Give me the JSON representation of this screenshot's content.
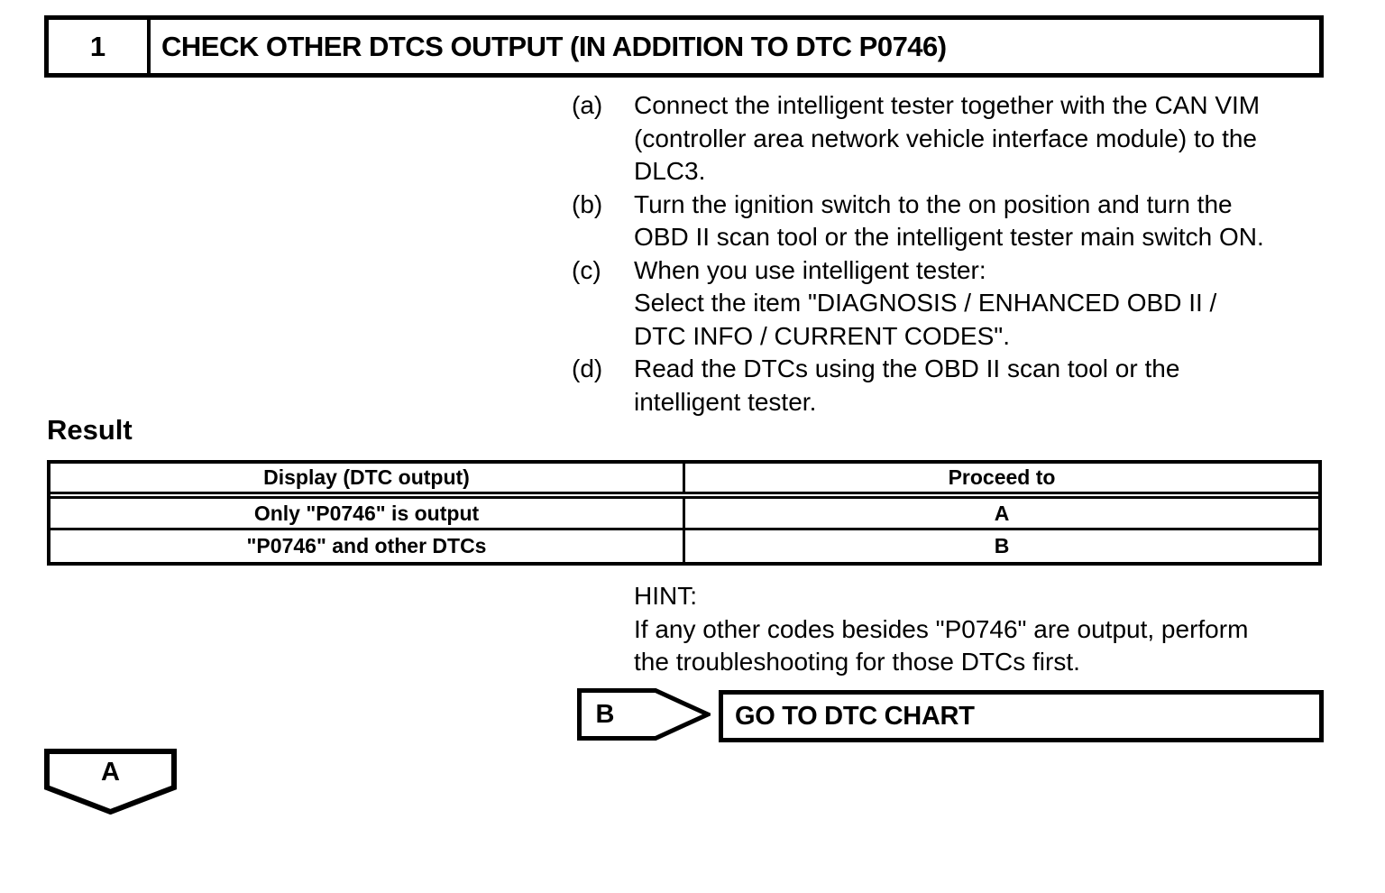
{
  "procedure": {
    "step_number": "1",
    "title": "CHECK OTHER DTCS OUTPUT (IN ADDITION TO DTC P0746)",
    "substeps": [
      {
        "label": "(a)",
        "lines": [
          "Connect the intelligent tester together with the CAN VIM",
          "(controller area network vehicle interface module) to the",
          "DLC3."
        ]
      },
      {
        "label": "(b)",
        "lines": [
          "Turn the ignition switch to the on position and turn the",
          "OBD II scan tool or the intelligent tester main switch ON."
        ]
      },
      {
        "label": "(c)",
        "lines": [
          "When you use intelligent tester:",
          "Select the item \"DIAGNOSIS / ENHANCED OBD II /",
          "DTC INFO / CURRENT CODES\"."
        ]
      },
      {
        "label": "(d)",
        "lines": [
          "Read the DTCs using the OBD II scan tool or the",
          "intelligent tester."
        ]
      }
    ]
  },
  "result": {
    "label": "Result",
    "table": {
      "headers": {
        "display": "Display (DTC output)",
        "proceed": "Proceed to"
      },
      "rows": [
        {
          "display": "Only \"P0746\" is output",
          "proceed": "A"
        },
        {
          "display": "\"P0746\" and other DTCs",
          "proceed": "B"
        }
      ]
    }
  },
  "hint": {
    "title": "HINT:",
    "lines": [
      "If any other codes besides \"P0746\" are output, perform",
      "the troubleshooting for those DTCs first."
    ]
  },
  "navigation": {
    "b_connector_label": "B",
    "b_action": "GO TO DTC CHART",
    "a_connector_label": "A"
  },
  "colors": {
    "ink": "#000000",
    "paper": "#ffffff"
  }
}
